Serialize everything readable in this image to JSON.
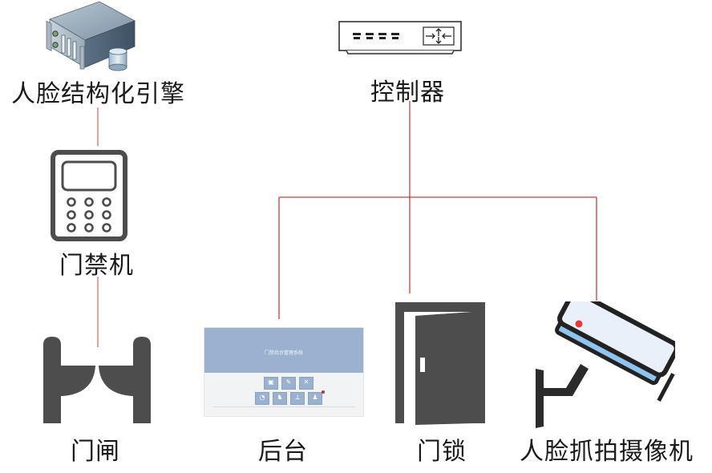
{
  "diagram": {
    "title": "",
    "colors": {
      "connector": "#d63a3a",
      "icon_dark": "#4d4d4d",
      "thumbnail_header": "#9ab1cf",
      "camera_body": "#e9f0fa",
      "camera_lens_strip": "#8fc4ee",
      "camera_led": "#e53935"
    },
    "nodes": [
      {
        "id": "engine",
        "label": "人脸结构化引擎",
        "icon": "server-icon"
      },
      {
        "id": "access_terminal",
        "label": "门禁机",
        "icon": "keypad-terminal-icon"
      },
      {
        "id": "gate",
        "label": "门闸",
        "icon": "turnstile-gate-icon"
      },
      {
        "id": "controller",
        "label": "控制器",
        "icon": "network-switch-icon"
      },
      {
        "id": "backend",
        "label": "后台",
        "icon": "admin-dashboard-thumbnail"
      },
      {
        "id": "door_lock",
        "label": "门锁",
        "icon": "door-icon"
      },
      {
        "id": "camera",
        "label": "人脸抓拍摄像机",
        "icon": "cctv-camera-icon"
      }
    ],
    "edges": [
      {
        "from": "engine",
        "to": "access_terminal"
      },
      {
        "from": "access_terminal",
        "to": "gate"
      },
      {
        "from": "controller",
        "to": "backend"
      },
      {
        "from": "controller",
        "to": "door_lock"
      },
      {
        "from": "controller",
        "to": "camera"
      }
    ],
    "backend_thumbnail": {
      "title": "门禁后台管理系统",
      "tiles_row1": [
        "▣",
        "✎",
        "✕"
      ],
      "tiles_row2": [
        "◔",
        "♞",
        "⊥",
        "♟"
      ]
    }
  }
}
